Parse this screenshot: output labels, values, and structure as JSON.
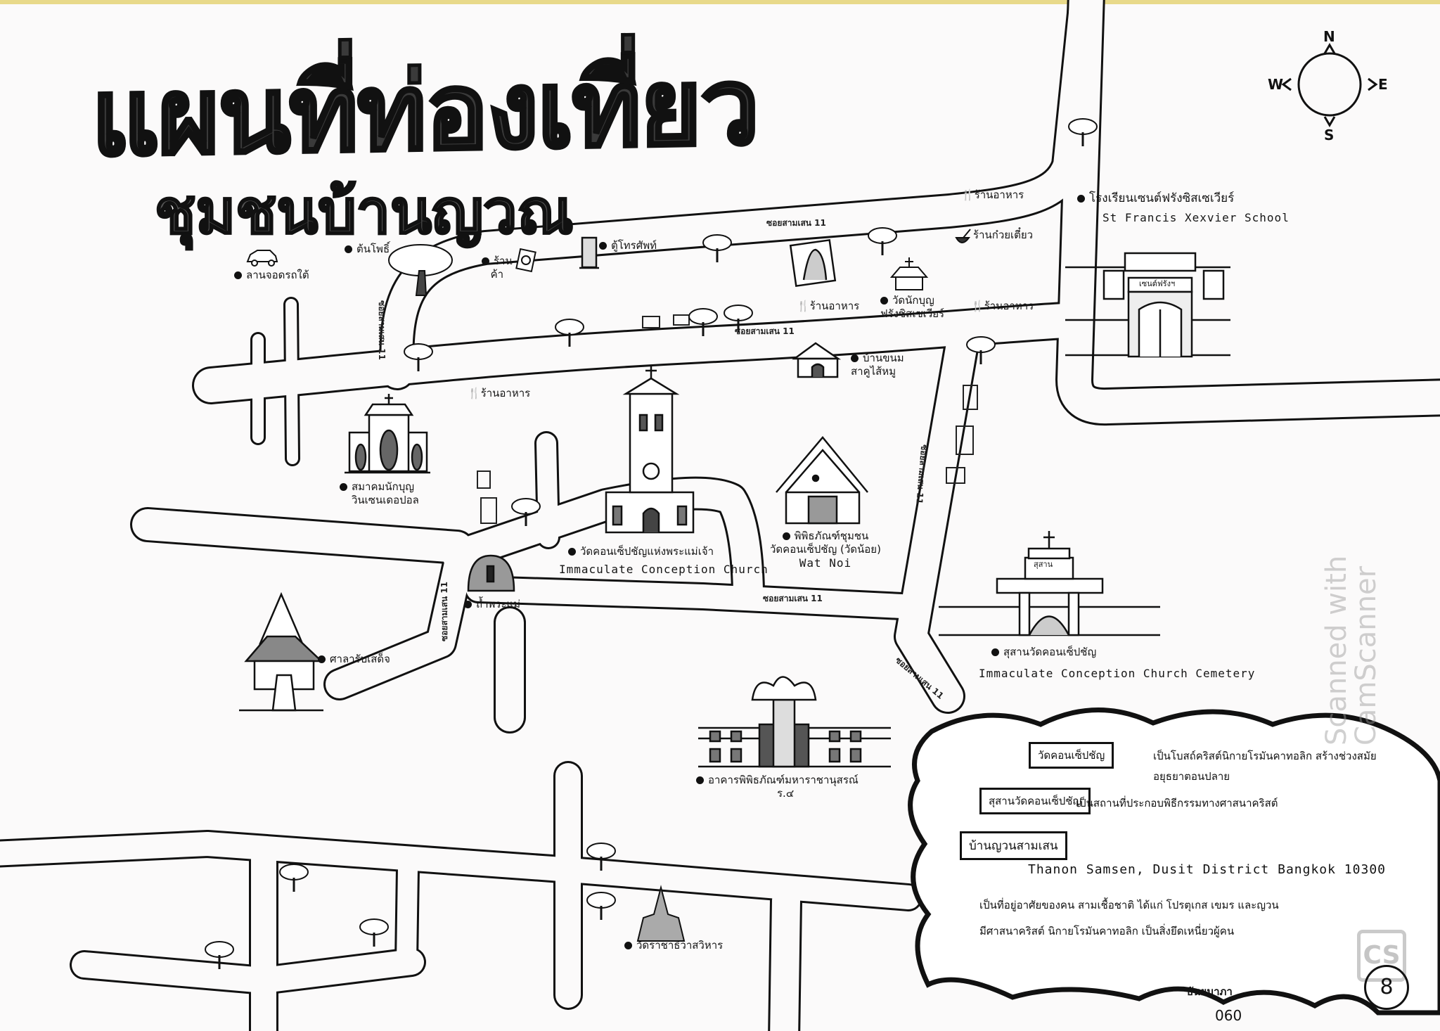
{
  "title": "แผนที่ท่องเที่ยว",
  "subtitle": "ชุมชนบ้านญวณ",
  "compass": {
    "n": "N",
    "e": "E",
    "s": "S",
    "w": "W"
  },
  "roads": [
    "ซอยสามเสน 11",
    "ซอยสามเสน 11",
    "ซอยสามเสน 11",
    "ซอยสามเสน 11",
    "ซอยสามเสน 11",
    "ซอยสามเสน 11",
    "ซอยสามเสน 11"
  ],
  "places": {
    "parking": "ลานจอดรถใต้",
    "bodhi": "ต้นโพธิ์",
    "shop_1": "ร้าน",
    "shop_2": "ค้า",
    "phone": "ตู้โทรศัพท์",
    "restaurant": "ร้านอาหาร",
    "noodle": "ร้านก๋วยเตี๋ยว",
    "st_francis_church_1": "วัดนักบุญ",
    "st_francis_church_2": "ฟรังซิสเซเวียร์",
    "school_th": "โรงเรียนเซนต์ฟรังซิสเซเวียร์",
    "school_en": "St Francis Xexvier School",
    "school_gate_sign": "เซนต์ฟรังฯ",
    "bakery_1": "บ้านขนม",
    "bakery_2": "สาคูไส้หมู",
    "vincent_1": "สมาคมนักบุญ",
    "vincent_2": "วินเซนเดอปอล",
    "church_th": "วัดคอนเซ็ปชัญแห่งพระแม่เจ้า",
    "church_en": "Immaculate Conception Church",
    "museum_1": "พิพิธภัณฑ์ชุมชน",
    "museum_2": "วัดคอนเซ็ปชัญ (วัดน้อย)",
    "museum_en": "Wat Noi",
    "grotto": "ถ้ำพระแม่",
    "pavilion": "ศาลารับเสด็จ",
    "cemetery_th": "สุสานวัดคอนเซ็ปชัญ",
    "cemetery_en": "Immaculate Conception Church Cemetery",
    "cemetery_sign": "สุสาน",
    "rama4_1": "อาคารพิพิธภัณฑ์มหาราชานุสรณ์",
    "rama4_2": "ร.๔",
    "ratchathiwat": "วัดราชาธิวาสวิหาร"
  },
  "info": {
    "church_label": "วัดคอนเซ็ปชัญ",
    "church_text_1": "เป็นโบสถ์คริสต์นิกายโรมันคาทอลิก สร้างช่วงสมัย",
    "church_text_2": "อยุธยาตอนปลาย",
    "cemetery_label": "สุสานวัดคอนเซ็ปชัญ",
    "cemetery_text": "เป็นสถานที่ประกอบพิธีกรรมทางศาสนาคริสต์",
    "community_label": "บ้านญวนสามเสน",
    "address": "Thanon Samsen, Dusit District Bangkok 10300",
    "community_text_1": "เป็นที่อยู่อาศัยของคน สามเชื้อชาติ ได้แก่ โปรตุเกส เขมร และญวน",
    "community_text_2": "มีศาสนาคริสต์ นิกายโรมันคาทอลิก เป็นสิ่งยึดเหนี่ยวผู้คน"
  },
  "signature": {
    "name": "ธันยมาภา",
    "number": "060",
    "page": "8"
  },
  "watermark": {
    "line1": "Scanned with",
    "line2": "CamScanner",
    "logo": "CS"
  }
}
